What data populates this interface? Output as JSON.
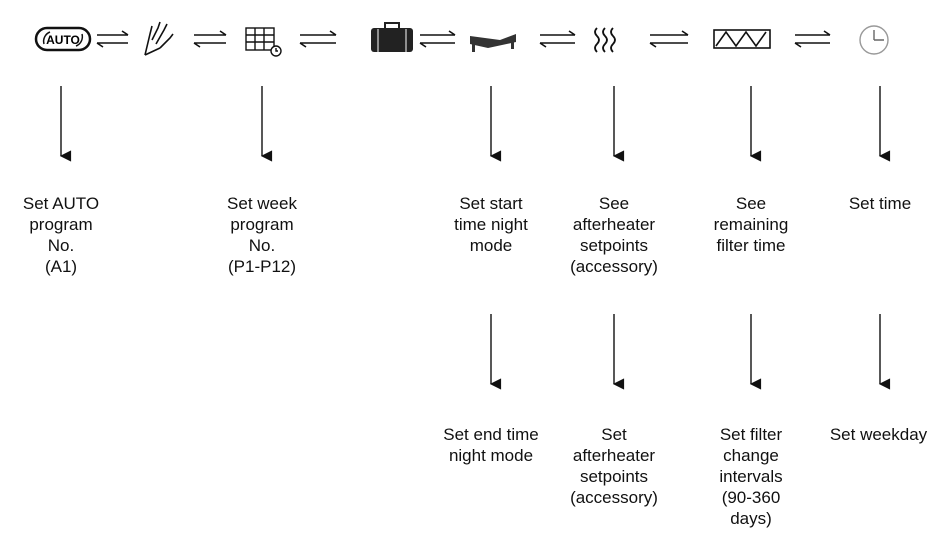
{
  "icons": [
    {
      "name": "auto-icon",
      "text": "AUTO"
    },
    {
      "name": "manual-hand-icon"
    },
    {
      "name": "week-program-icon"
    },
    {
      "name": "away-suitcase-icon"
    },
    {
      "name": "night-mode-bed-icon"
    },
    {
      "name": "afterheater-icon"
    },
    {
      "name": "filter-icon"
    },
    {
      "name": "clock-icon"
    }
  ],
  "labels": {
    "auto_program": "Set AUTO\nprogram\nNo.\n(A1)",
    "week_program": "Set week\nprogram\nNo.\n(P1-P12)",
    "night_start": "Set start\ntime night\nmode",
    "afterheater_see": "See\nafterheater\nsetpoints\n(accessory)",
    "filter_remaining": "See\nremaining\nfilter time",
    "set_time": "Set time",
    "night_end": "Set end time\nnight mode",
    "afterheater_set": "Set\nafterheater\nsetpoints\n(accessory)",
    "filter_interval": "Set filter\nchange\nintervals\n(90-360\ndays)",
    "set_weekday": "Set weekday"
  }
}
